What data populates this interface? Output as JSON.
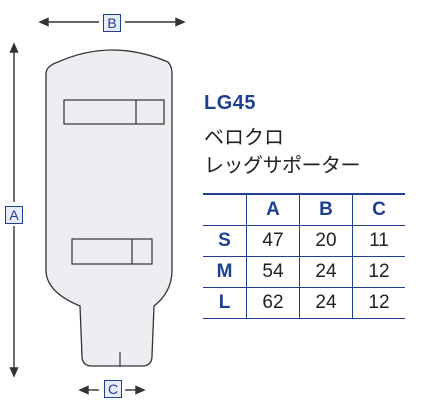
{
  "dimension_labels": {
    "a": "A",
    "b": "B",
    "c": "C"
  },
  "product": {
    "code": "LG45",
    "name_line1": "ベロクロ",
    "name_line2": "レッグサポーター"
  },
  "size_table": {
    "columns": [
      "",
      "A",
      "B",
      "C"
    ],
    "rows": [
      {
        "size": "S",
        "a": "47",
        "b": "20",
        "c": "11"
      },
      {
        "size": "M",
        "a": "54",
        "b": "24",
        "c": "12"
      },
      {
        "size": "L",
        "a": "62",
        "b": "24",
        "c": "12"
      }
    ]
  },
  "colors": {
    "accent": "#1f3f93",
    "garment_fill": "#eceef1",
    "outline": "#333333"
  }
}
